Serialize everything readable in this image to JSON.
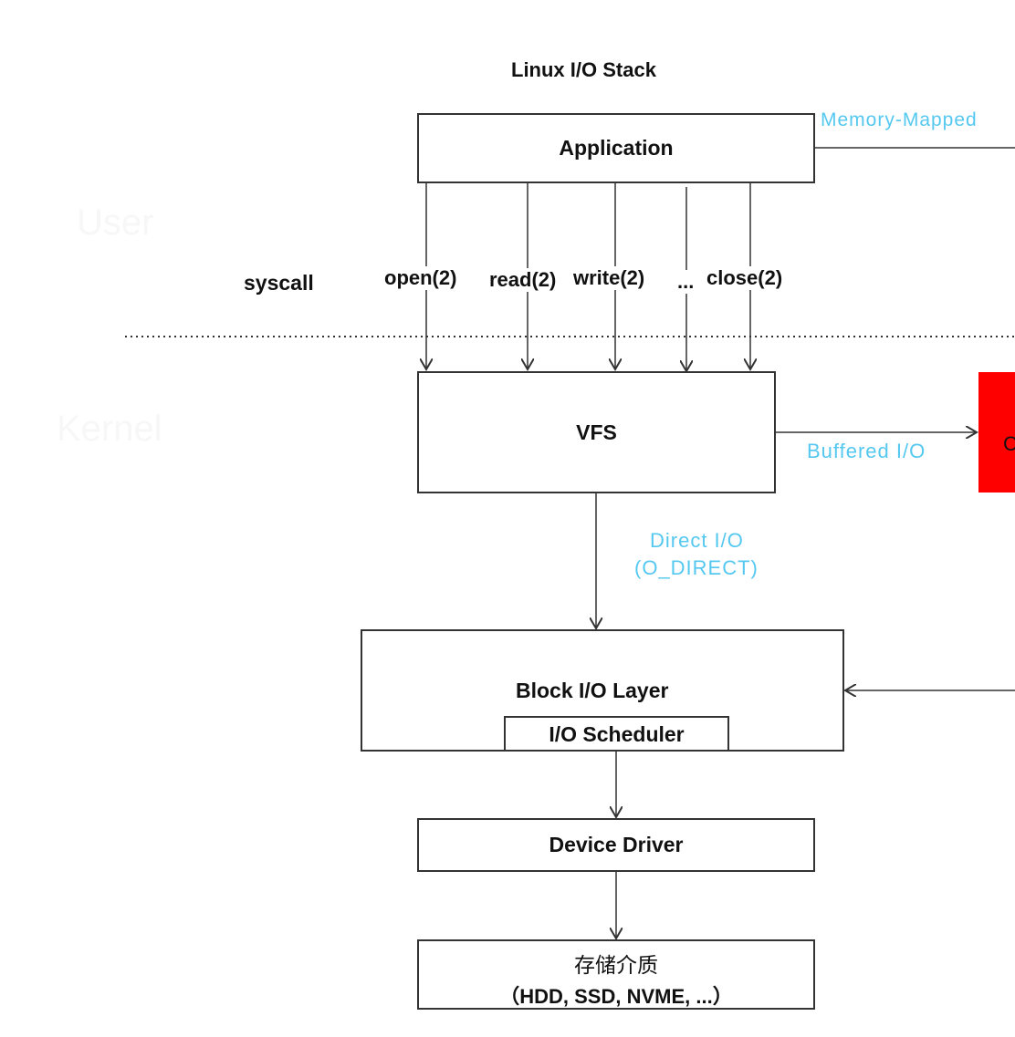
{
  "title": "Linux I/O Stack",
  "regions": {
    "user": "User",
    "kernel": "Kernel"
  },
  "syscall_label": "syscall",
  "syscalls": [
    "open(2)",
    "read(2)",
    "write(2)",
    "...",
    "close(2)"
  ],
  "boxes": {
    "application": "Application",
    "vfs": "VFS",
    "block_io": "Block I/O Layer",
    "io_scheduler": "I/O Scheduler",
    "device_driver": "Device Driver",
    "storage_title": "存储介质",
    "storage_sub": "（HDD, SSD, NVME, ...）"
  },
  "edge_labels": {
    "memory_mapped": "Memory-Mapped",
    "buffered": "Buffered I/O",
    "direct_line1": "Direct I/O",
    "direct_line2": "(O_DIRECT)"
  },
  "page_cache_partial": "C",
  "colors": {
    "edge_label": "#55c8f0",
    "page_cache": "#ff0000",
    "line": "#333333"
  }
}
